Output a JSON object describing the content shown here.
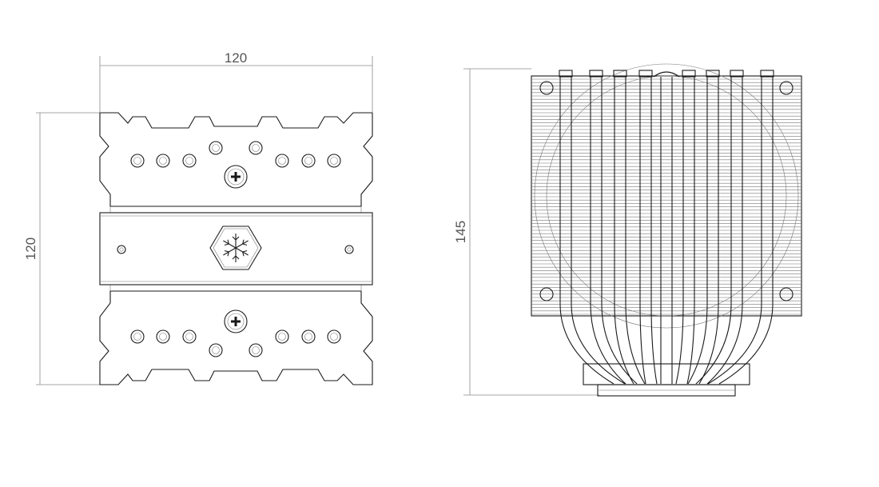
{
  "dimensions": {
    "front_width": "120",
    "front_height": "120",
    "side_height": "145"
  },
  "colors": {
    "line": "#1a1a1a",
    "dimension": "#8a8a8a",
    "dimension_text": "#555555",
    "background": "#ffffff"
  },
  "icons": {
    "center_logo": "snowflake-hexagon-icon",
    "mounting_screw": "phillips-screw-icon"
  }
}
